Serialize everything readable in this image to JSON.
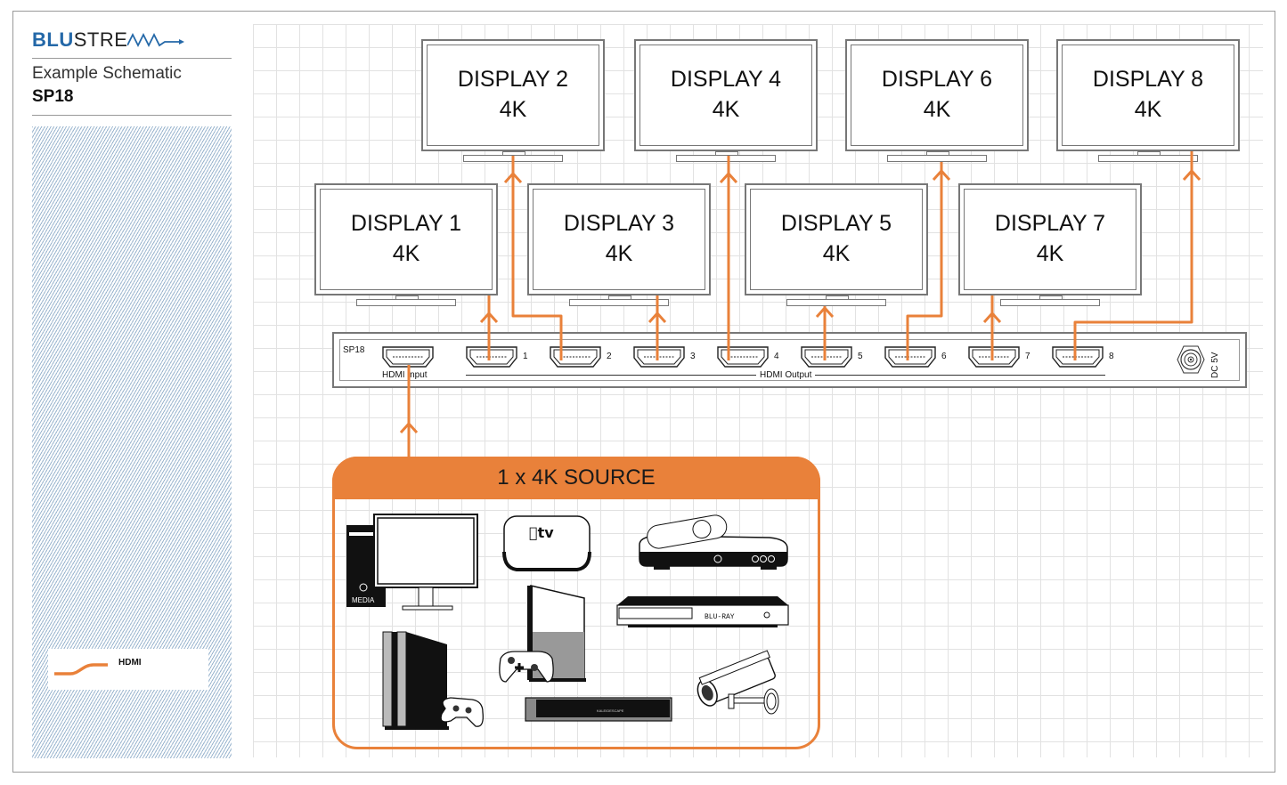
{
  "sidebar": {
    "logo_bold": "BLU",
    "logo_light": "STREAM",
    "subtitle": "Example Schematic",
    "model": "SP18",
    "legend": [
      {
        "label": "HDMI",
        "color": "#e9813a"
      }
    ]
  },
  "displays": [
    {
      "name": "DISPLAY 1",
      "res": "4K"
    },
    {
      "name": "DISPLAY 2",
      "res": "4K"
    },
    {
      "name": "DISPLAY 3",
      "res": "4K"
    },
    {
      "name": "DISPLAY 4",
      "res": "4K"
    },
    {
      "name": "DISPLAY 5",
      "res": "4K"
    },
    {
      "name": "DISPLAY 6",
      "res": "4K"
    },
    {
      "name": "DISPLAY 7",
      "res": "4K"
    },
    {
      "name": "DISPLAY 8",
      "res": "4K"
    }
  ],
  "device": {
    "name": "SP18",
    "input_label": "HDMI Input",
    "output_label": "HDMI Output",
    "outputs": [
      "1",
      "2",
      "3",
      "4",
      "5",
      "6",
      "7",
      "8"
    ],
    "power_label": "DC 5V"
  },
  "source": {
    "title": "1 x 4K SOURCE",
    "devices": [
      "PC with monitor (MEDIA)",
      "Apple TV",
      "Set-top box with remote",
      "Xbox console",
      "Blu-ray player (BLU-RAY)",
      "PlayStation console",
      "Media player",
      "CCTV camera"
    ],
    "pc_label": "MEDIA",
    "bluray_label": "BLU-RAY",
    "appletv_label": "tv"
  },
  "colors": {
    "cable": "#e9813a",
    "brand": "#2468a8"
  }
}
